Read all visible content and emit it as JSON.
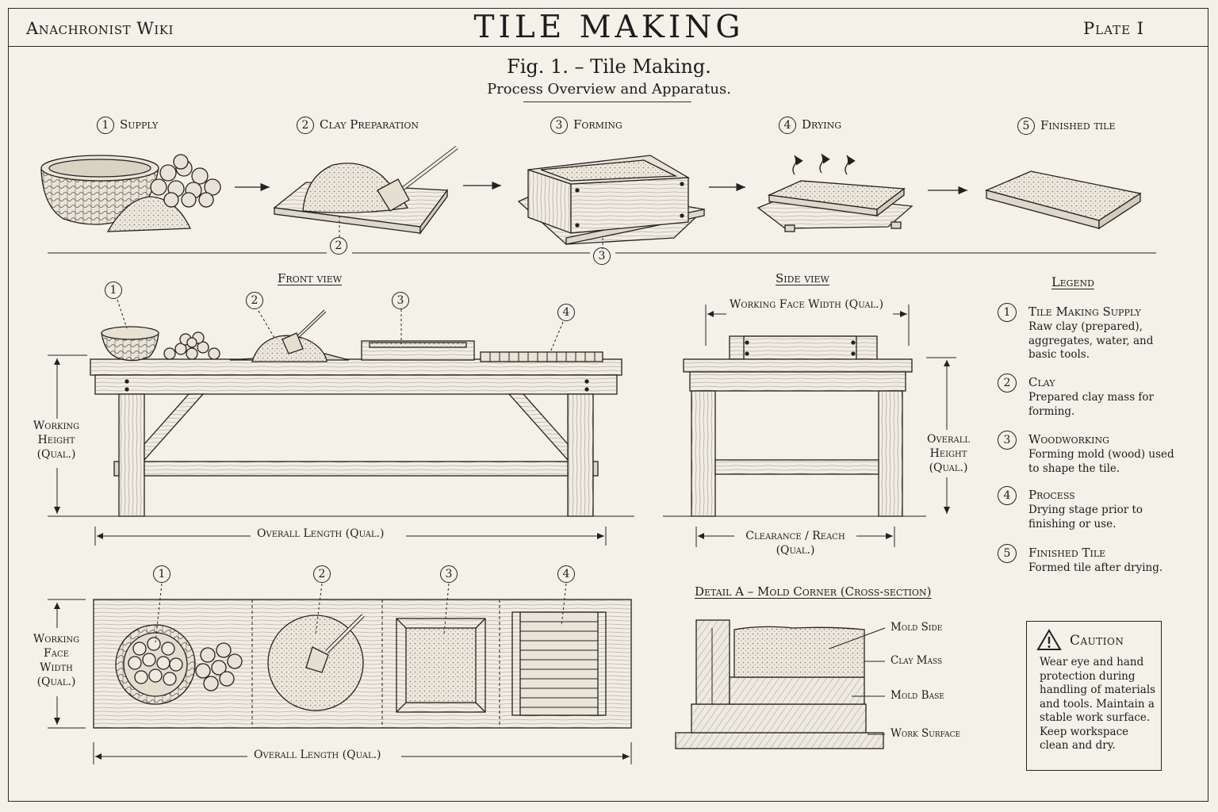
{
  "header": {
    "site_name": "Anachronist Wiki",
    "title": "TILE MAKING",
    "plate": "Plate I"
  },
  "figure": {
    "title": "Fig. 1. – Tile Making.",
    "subtitle": "Process Overview and Apparatus."
  },
  "process_steps": [
    {
      "num": "1",
      "label": "Supply"
    },
    {
      "num": "2",
      "label": "Clay Preparation"
    },
    {
      "num": "3",
      "label": "Forming"
    },
    {
      "num": "4",
      "label": "Drying"
    },
    {
      "num": "5",
      "label": "Finished tile"
    }
  ],
  "callouts": [
    "1",
    "2",
    "3",
    "4"
  ],
  "front_view": {
    "title": "Front view",
    "working_height": [
      "Working",
      "Height",
      "(Qual.)"
    ],
    "overall_length": "Overall Length (Qual.)"
  },
  "side_view": {
    "title": "Side view",
    "working_face_width": "Working Face Width (Qual.)",
    "overall_height": [
      "Overall",
      "Height",
      "(Qual.)"
    ],
    "clearance": [
      "Clearance / Reach",
      "(Qual.)"
    ]
  },
  "top_view": {
    "working_face_width": [
      "Working",
      "Face",
      "Width",
      "(Qual.)"
    ],
    "overall_length": "Overall Length (Qual.)"
  },
  "detail": {
    "title": "Detail A – Mold Corner (Cross-section)",
    "labels": [
      "Mold Side",
      "Clay Mass",
      "Mold Base",
      "Work Surface"
    ]
  },
  "legend": {
    "title": "Legend",
    "items": [
      {
        "num": "1",
        "name": "Tile Making Supply",
        "desc": "Raw clay (prepared), aggregates, water, and basic tools."
      },
      {
        "num": "2",
        "name": "Clay",
        "desc": "Prepared clay mass for forming."
      },
      {
        "num": "3",
        "name": "Woodworking",
        "desc": "Forming mold (wood) used to shape the tile."
      },
      {
        "num": "4",
        "name": "Process",
        "desc": "Drying stage prior to finishing or use."
      },
      {
        "num": "5",
        "name": "Finished Tile",
        "desc": "Formed tile after drying."
      }
    ]
  },
  "caution": {
    "title": "Caution",
    "text": "Wear eye and hand protection during handling of materials and tools. Maintain a stable work surface. Keep workspace clean and dry."
  }
}
